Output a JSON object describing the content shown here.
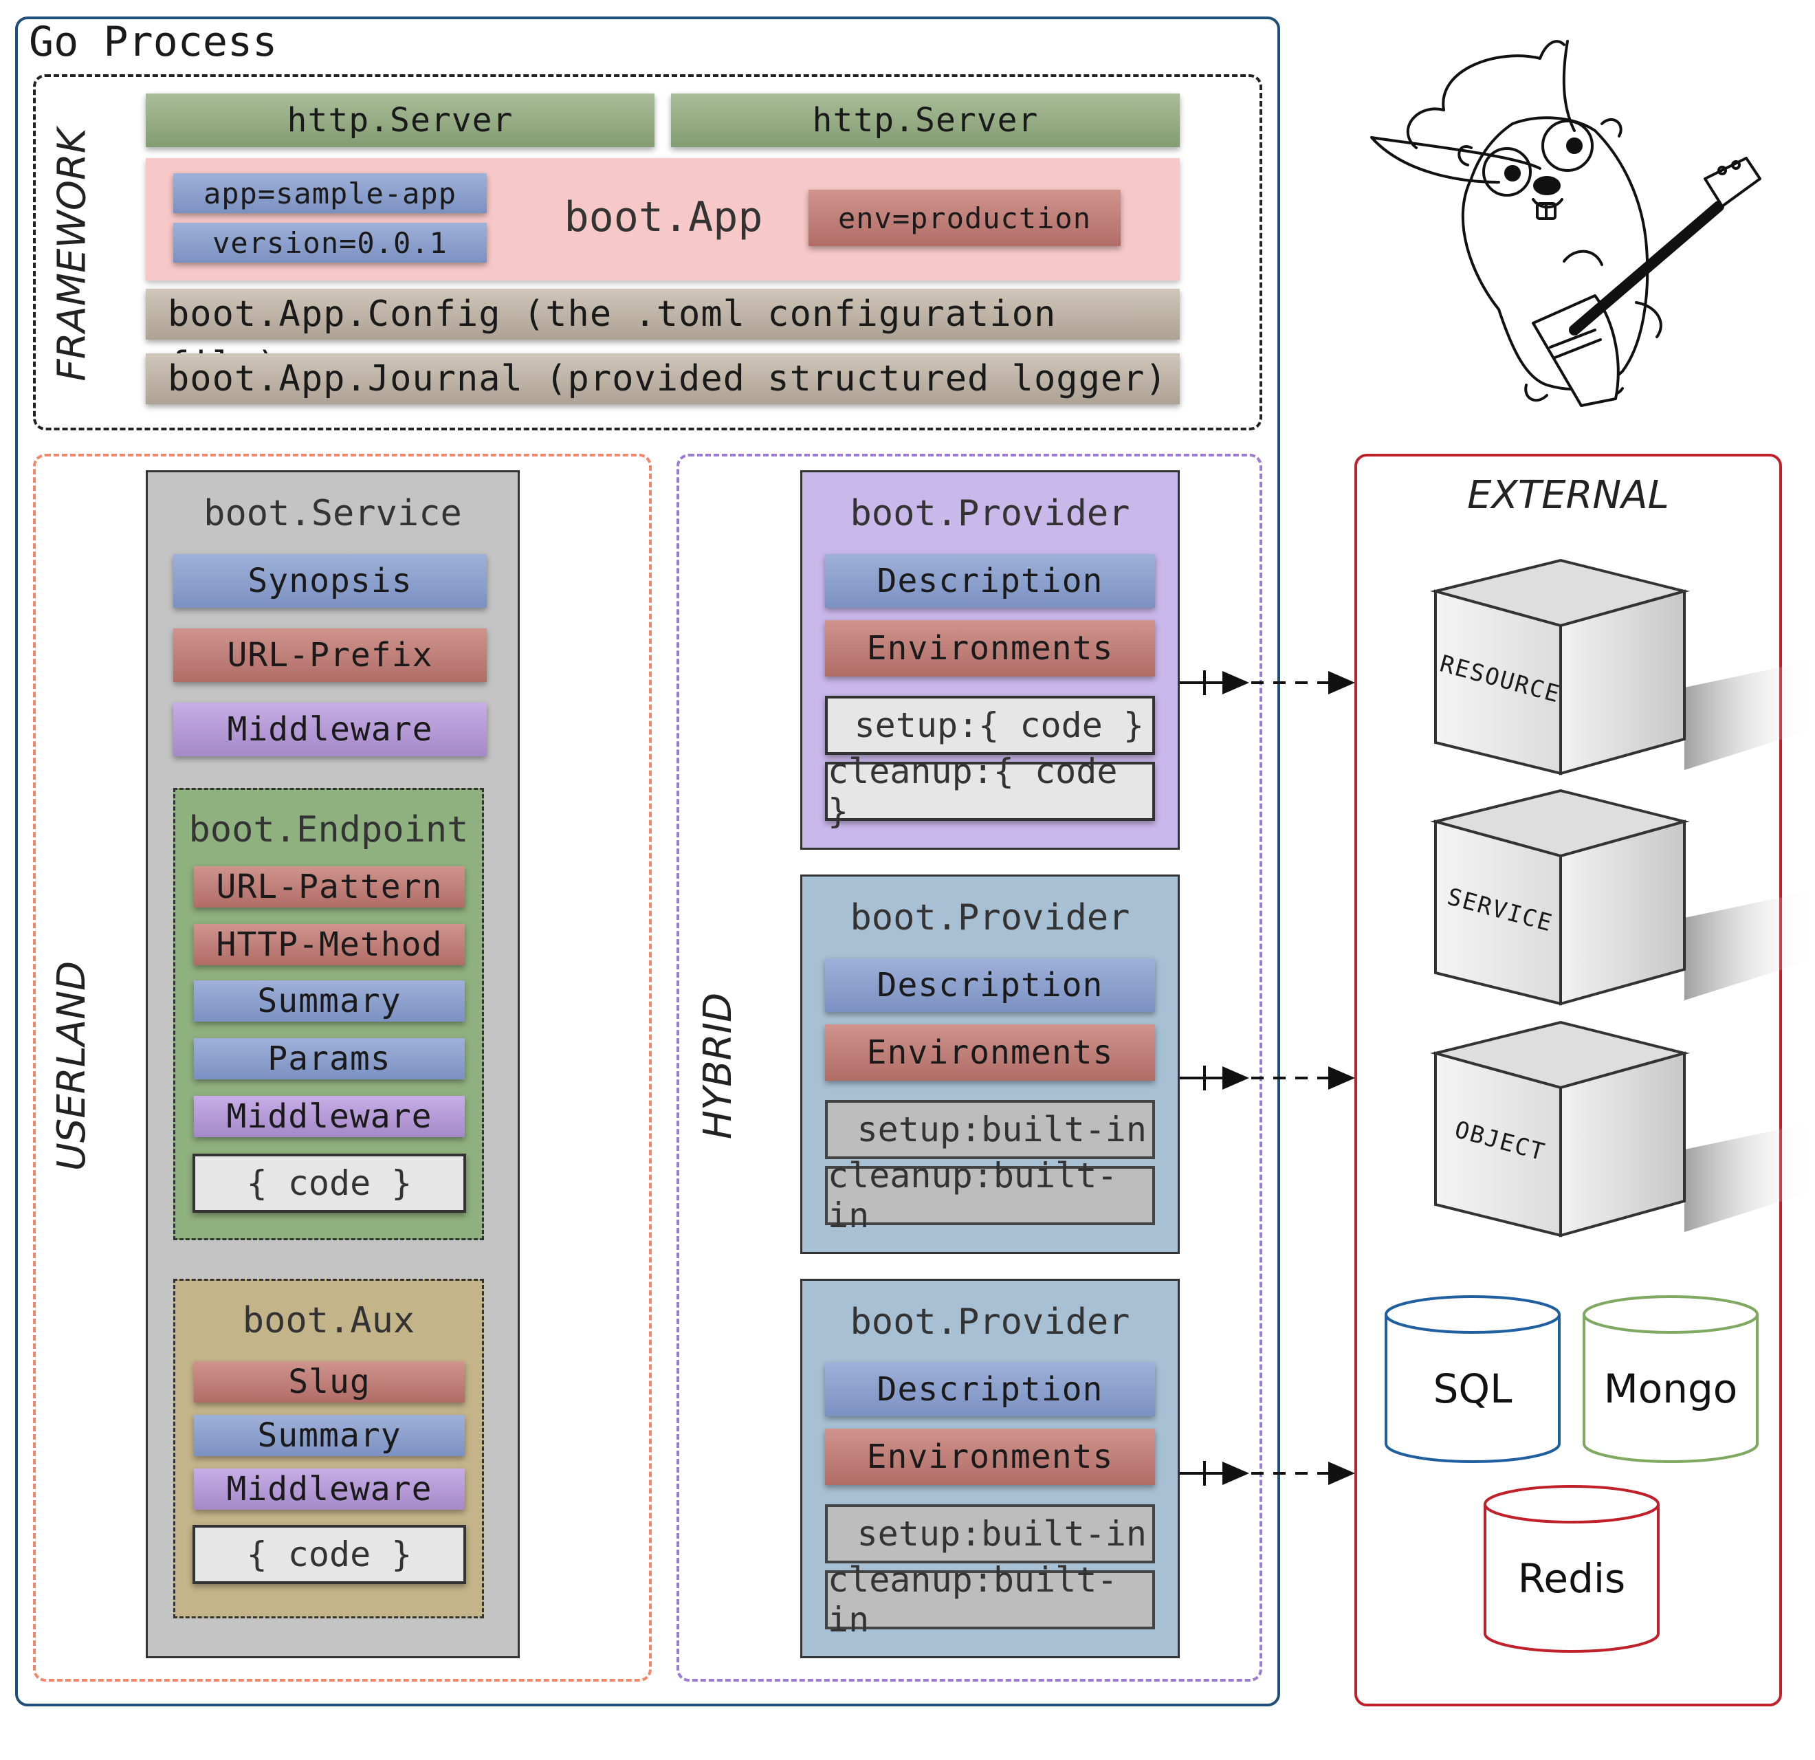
{
  "process": {
    "title": "Go Process"
  },
  "framework": {
    "label": "FRAMEWORK",
    "servers": [
      "http.Server",
      "http.Server"
    ],
    "app": {
      "title": "boot.App",
      "app_tag": "app=sample-app",
      "version_tag": "version=0.0.1",
      "env_tag": "env=production"
    },
    "config": "boot.App.Config (the .toml configuration file)",
    "journal": "boot.App.Journal (provided structured logger)"
  },
  "userland": {
    "label": "USERLAND",
    "service": {
      "title": "boot.Service",
      "items": [
        "Synopsis",
        "URL-Prefix",
        "Middleware"
      ],
      "endpoint": {
        "title": "boot.Endpoint",
        "items": [
          "URL-Pattern",
          "HTTP-Method",
          "Summary",
          "Params",
          "Middleware"
        ],
        "code": "{ code }"
      },
      "aux": {
        "title": "boot.Aux",
        "items": [
          "Slug",
          "Summary",
          "Middleware"
        ],
        "code": "{ code }"
      }
    }
  },
  "hybrid": {
    "label": "HYBRID",
    "providers": [
      {
        "title": "boot.Provider",
        "description": "Description",
        "environments": "Environments",
        "setup": "setup:{ code }",
        "cleanup": "cleanup:{ code }"
      },
      {
        "title": "boot.Provider",
        "description": "Description",
        "environments": "Environments",
        "setup": "setup:built-in",
        "cleanup": "cleanup:built-in"
      },
      {
        "title": "boot.Provider",
        "description": "Description",
        "environments": "Environments",
        "setup": "setup:built-in",
        "cleanup": "cleanup:built-in"
      }
    ]
  },
  "external": {
    "label": "EXTERNAL",
    "cubes": [
      "RESOURCE",
      "SERVICE",
      "OBJECT"
    ],
    "databases": [
      "SQL",
      "Mongo",
      "Redis"
    ]
  },
  "colors": {
    "process_border": "#1f4e79",
    "userland_border": "#f0866a",
    "hybrid_border": "#9a7ad3",
    "external_border": "#c0202a",
    "sql": "#1f5fa0",
    "mongo": "#7fa860",
    "redis": "#c0202a"
  }
}
